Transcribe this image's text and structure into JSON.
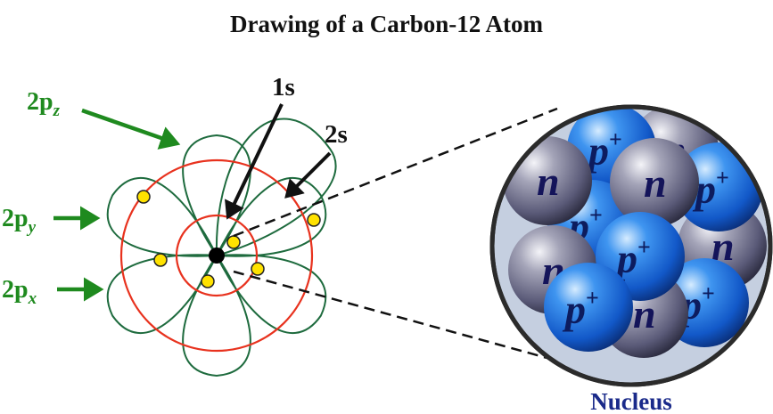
{
  "title": "Drawing of a Carbon-12 Atom",
  "labels": {
    "orbital_2pz": {
      "main": "2p",
      "sub": "z"
    },
    "orbital_2py": {
      "main": "2p",
      "sub": "y"
    },
    "orbital_2px": {
      "main": "2p",
      "sub": "x"
    },
    "orbital_1s": "1s",
    "orbital_2s": "2s",
    "nucleus": "Nucleus"
  },
  "particles": {
    "proton": {
      "symbol": "p",
      "charge": "+"
    },
    "neutron": {
      "symbol": "n"
    }
  },
  "colors": {
    "p_orbital": "#1e6b3e",
    "s_orbital": "#e8321e",
    "label_green": "#1f8a1f",
    "electron_fill": "#ffe200",
    "nucleus_label": "#1a2a8a",
    "proton_blue": "#1565d8",
    "neutron_gray": "#5a5a78"
  }
}
